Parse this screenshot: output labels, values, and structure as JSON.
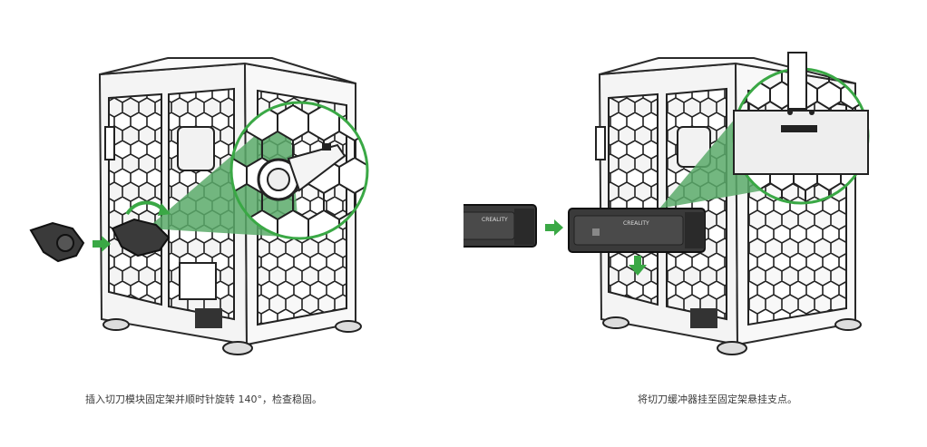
{
  "steps": [
    {
      "caption": "插入切刀模块固定架并顺时针旋转 140°，检查稳固。"
    },
    {
      "caption": "将切刀缓冲器挂至固定架悬挂支点。"
    }
  ],
  "product": {
    "brand_mark": "CREALITY"
  },
  "colors": {
    "accent_green": "#3aa845",
    "highlight_green": "#5aaa6a",
    "line": "#2a2a2a",
    "panel_dark": "#3a3a3a"
  },
  "icons": [
    "printer-illustration",
    "cutter-holder-part",
    "rotate-arrow-icon",
    "magnifier-circle",
    "buffer-module",
    "push-arrow-icon",
    "down-arrow-icon"
  ]
}
